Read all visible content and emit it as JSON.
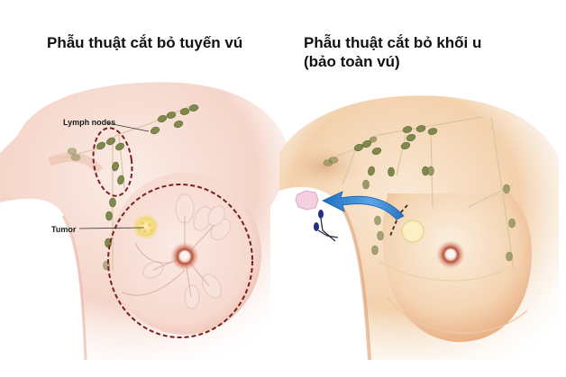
{
  "panels": [
    {
      "id": "mastectomy",
      "title": "Phẫu thuật cắt bỏ tuyến vú",
      "callouts": {
        "lymph_nodes": "Lymph nodes",
        "tumor": "Tumor"
      }
    },
    {
      "id": "lumpectomy",
      "title_line1": "Phẫu thuật cắt bỏ khối u",
      "title_line2": "(bảo toàn vú)"
    }
  ],
  "colors": {
    "skin_left": "#f6d9cf",
    "skin_right": "#f3d2ae",
    "lymph_node": "#7f8a4e",
    "dashed_outline": "#7a1f24",
    "tumor": "#f3dc86",
    "arrow": "#2f7fcf",
    "nipple": "#c96a48"
  },
  "icons": {
    "excision_arrow": "curved-arrow-icon",
    "removed_tissue": "tissue-sample-icon",
    "surgical_instrument": "scissors-icon"
  }
}
